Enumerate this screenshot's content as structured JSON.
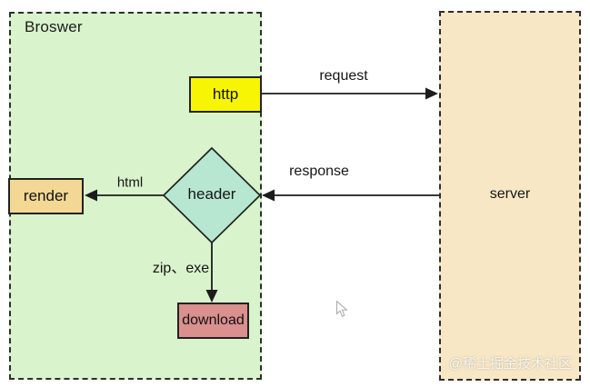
{
  "browser": {
    "label": "Broswer"
  },
  "server": {
    "label": "server"
  },
  "nodes": {
    "http": {
      "label": "http"
    },
    "render": {
      "label": "render"
    },
    "header": {
      "label": "header"
    },
    "download": {
      "label": "download"
    }
  },
  "edges": {
    "request": {
      "label": "request"
    },
    "response": {
      "label": "response"
    },
    "html": {
      "label": "html"
    },
    "zip_exe": {
      "label": "zip、exe"
    }
  },
  "watermark": "@稀土掘金技术社区",
  "colors": {
    "browser_fill": "#d9f3cc",
    "server_fill": "#f7e7c5",
    "http_fill": "#f8f504",
    "render_fill": "#f2d894",
    "header_fill": "#b7e7d0",
    "download_fill": "#d9908e",
    "line": "#1c1c1c",
    "border": "#2e2e2e"
  }
}
